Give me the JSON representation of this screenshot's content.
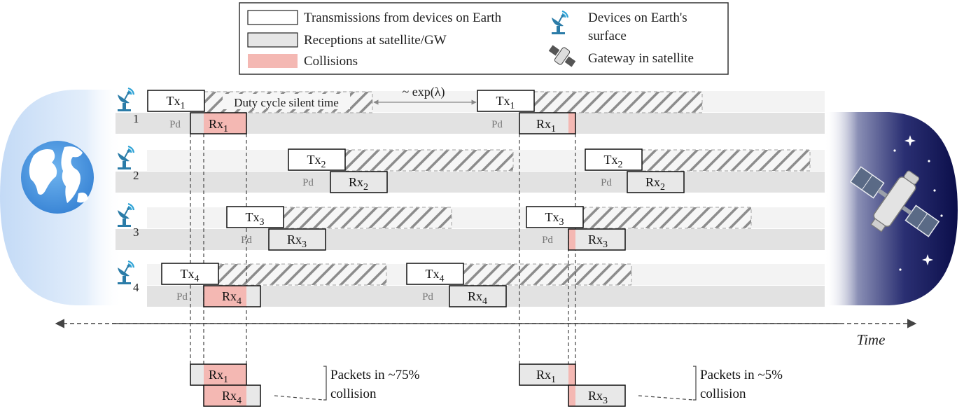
{
  "legend": {
    "transmissions": "Transmissions from devices on Earth",
    "receptions": "Receptions at satellite/GW",
    "collisions": "Collisions",
    "devices_line1": "Devices on Earth's",
    "devices_line2": "surface",
    "gateway": "Gateway in satellite"
  },
  "annotations": {
    "duty_cycle": "Duty cycle silent time",
    "exp_label": "~ exp(λ)",
    "time_label": "Time",
    "pd": "Pd"
  },
  "devices": [
    {
      "id": "1",
      "tx": "Tx1",
      "rx": "Rx1"
    },
    {
      "id": "2",
      "tx": "Tx2",
      "rx": "Rx2"
    },
    {
      "id": "3",
      "tx": "Tx3",
      "rx": "Rx3"
    },
    {
      "id": "4",
      "tx": "Tx4",
      "rx": "Rx4"
    }
  ],
  "summary": {
    "left": {
      "top": "Rx1",
      "bottom": "Rx4",
      "line1": "Packets in ~75%",
      "line2": "collision"
    },
    "right": {
      "top": "Rx1",
      "bottom": "Rx3",
      "line1": "Packets in ~5%",
      "line2": "collision"
    }
  },
  "colors": {
    "collision": "#f4b8b3",
    "reception": "#e8e8e8",
    "lane_tx": "#f3f3f3",
    "lane_rx": "#e2e2e2",
    "earth_glow": "#c6dcf7",
    "space": "#0e1150"
  }
}
